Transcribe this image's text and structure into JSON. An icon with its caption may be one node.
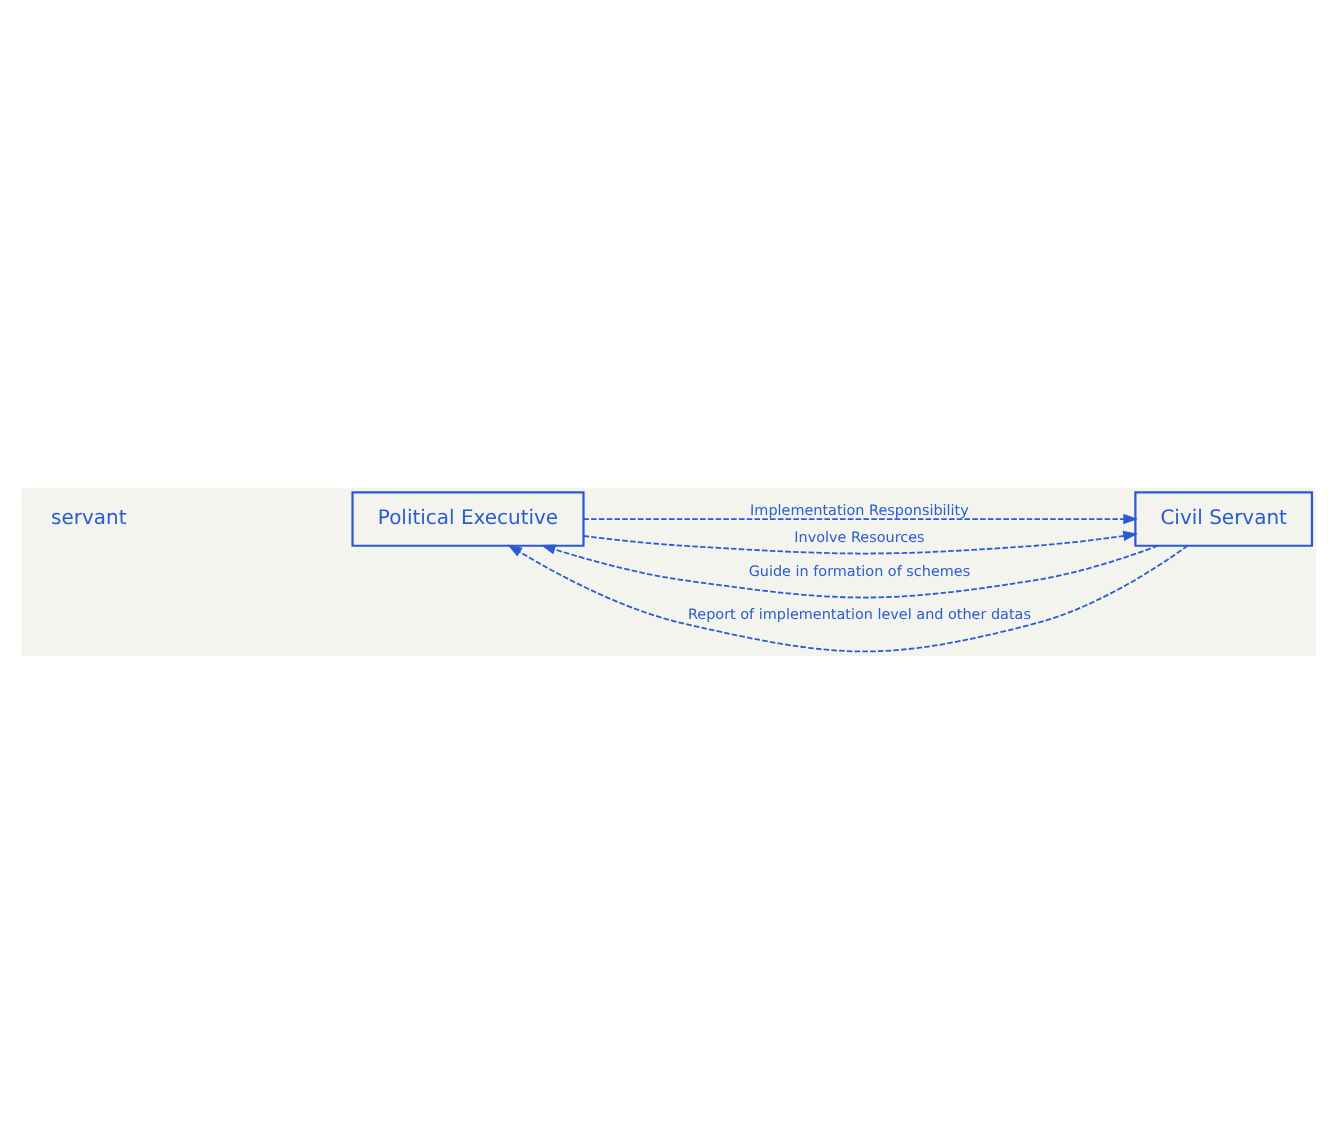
{
  "diagram": {
    "nodes": [
      {
        "text": [
          "Political Executive"
        ]
      },
      {
        "text": [
          "Civil Servant"
        ]
      }
    ],
    "edges": [
      {
        "from": 0,
        "to": 1,
        "arrow": "to",
        "style": "dashed",
        "label": "Implementation Responsibility"
      },
      {
        "from": 0,
        "to": 1,
        "arrow": "to",
        "style": "dashed",
        "label": "Involve Resources"
      },
      {
        "from": 1,
        "to": 0,
        "arrow": "to",
        "style": "dashed",
        "label": "Guide in formation of schemes"
      },
      {
        "from": 1,
        "to": 0,
        "arrow": "to",
        "style": "dashed",
        "label": "Report of implementation level and other datas"
      }
    ],
    "labels": [
      "servant"
    ]
  }
}
